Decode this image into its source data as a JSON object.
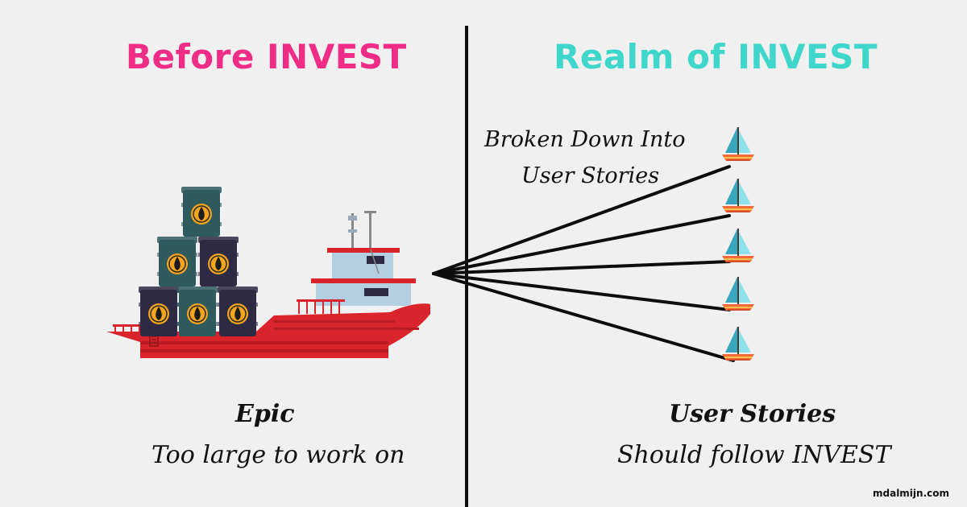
{
  "headings": {
    "before": "Before INVEST",
    "realm": "Realm of INVEST"
  },
  "colors": {
    "before_heading": "#ef2d86",
    "realm_heading": "#3fd6cb",
    "ship_hull": "#d9242b",
    "barrel_teal": "#2f5a5e",
    "barrel_navy": "#2e2a44",
    "sail": "#5cc8d8",
    "boat_hull": "#f06a3a"
  },
  "annotation": {
    "line1": "Broken Down  Into",
    "line2": "User Stories"
  },
  "epic": {
    "title": "Epic",
    "caption": "Too large to work on"
  },
  "user_stories": {
    "title": "User Stories",
    "caption": "Should follow INVEST"
  },
  "watermark": "mdalmijn.com",
  "icons": {
    "ship": "cargo-ship-icon",
    "barrel": "oil-barrel-icon",
    "sailboat": "sailboat-icon"
  }
}
